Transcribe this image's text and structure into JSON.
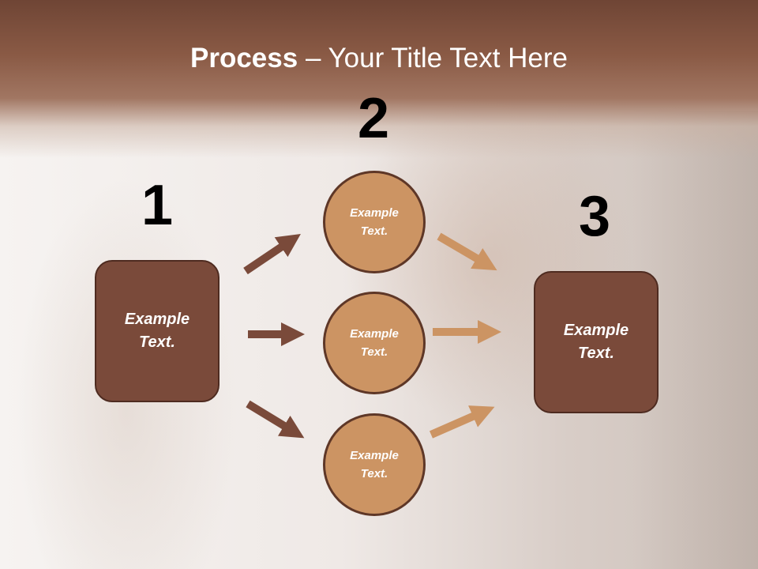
{
  "title": {
    "bold": "Process",
    "rest": " – Your Title Text Here"
  },
  "steps": [
    {
      "number": "1",
      "label": "Example\nText."
    },
    {
      "number": "2",
      "items": [
        "Example\nText.",
        "Example\nText.",
        "Example\nText."
      ]
    },
    {
      "number": "3",
      "label": "Example\nText."
    }
  ],
  "colors": {
    "header": "#8a5a45",
    "box_fill": "#7a4a3a",
    "circle_fill": "#cc9463",
    "arrow_dark": "#7a4a3a",
    "arrow_light": "#cc9463"
  }
}
